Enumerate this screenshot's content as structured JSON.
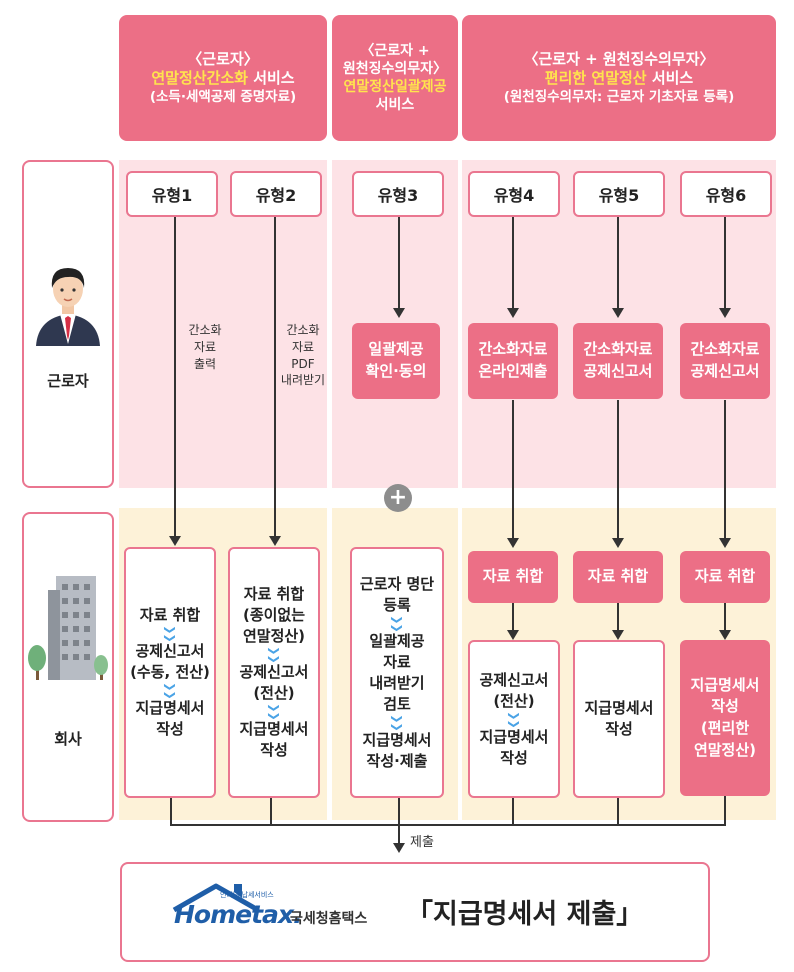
{
  "headers": {
    "col1": {
      "line1": "〈근로자〉",
      "line2_highlight": "연말정산간소화",
      "line2_rest": " 서비스",
      "line3": "(소득·세액공제 증명자료)"
    },
    "col2": {
      "line1": "〈근로자 +",
      "line2": "원천징수의무자〉",
      "line3_highlight": "연말정산일괄제공",
      "line4": "서비스"
    },
    "col3": {
      "line1": "〈근로자 + 원천징수의무자〉",
      "line2_highlight": "편리한 연말정산",
      "line2_rest": " 서비스",
      "line3": "(원천징수의무자: 근로자 기초자료 등록)"
    }
  },
  "rows": {
    "worker": "근로자",
    "company": "회사"
  },
  "types": [
    "유형1",
    "유형2",
    "유형3",
    "유형4",
    "유형5",
    "유형6"
  ],
  "notes": {
    "type1": "간소화\n자료\n출력",
    "type2": "간소화\n자료\nPDF\n내려받기"
  },
  "worker_steps": {
    "type3": "일괄제공\n확인·동의",
    "type4": "간소화자료\n온라인제출",
    "type5": "간소화자료\n공제신고서",
    "type6": "간소화자료\n공제신고서"
  },
  "company": {
    "type1": [
      "자료 취합",
      "공제신고서\n(수동, 전산)",
      "지급명세서\n작성"
    ],
    "type2": [
      "자료 취합\n(종이없는\n연말정산)",
      "공제신고서\n(전산)",
      "지급명세서\n작성"
    ],
    "type3": [
      "근로자 명단\n등록",
      "일괄제공\n자료\n내려받기\n검토",
      "지급명세서\n작성·제출"
    ],
    "type4_collect": "자료 취합",
    "type4_box": [
      "공제신고서\n(전산)",
      "지급명세서\n작성"
    ],
    "type5_collect": "자료 취합",
    "type5_box": "지급명세서\n작성",
    "type6_collect": "자료 취합",
    "type6_box": "지급명세서\n작성\n(편리한\n연말정산)"
  },
  "plus_symbol": "+",
  "chevron": "❯❯",
  "submit_label": "제출",
  "footer": {
    "logo_small": "인터넷 납세서비스",
    "logo_main": "Hometax.",
    "logo_org": "국세청홈택스",
    "title": "「지급명세서 제출」"
  },
  "colors": {
    "accent_pink": "#ec6f86",
    "light_pink": "#fde2e6",
    "cream": "#fdf2d8",
    "highlight_yellow": "#ffe44d",
    "chevron_blue": "#4aa3e6",
    "logo_blue": "#1f5ea8"
  }
}
